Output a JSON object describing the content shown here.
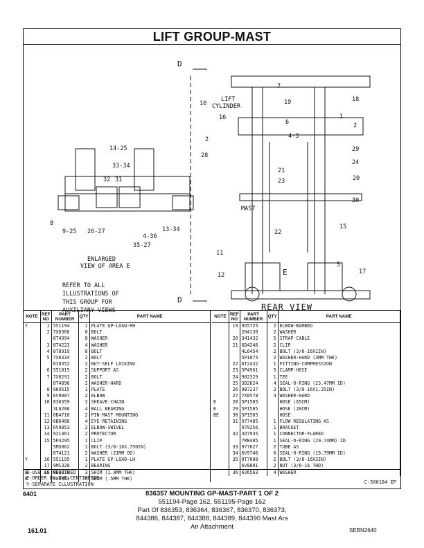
{
  "title": "LIFT GROUP-MAST",
  "illustration": {
    "view_marker_top": "D",
    "view_marker_bottom": "D",
    "callouts_left": [
      "14-25",
      "33-34",
      "32",
      "31",
      "8",
      "9-25",
      "26-27",
      "4-36",
      "35-27",
      "13-34"
    ],
    "enlarged_caption": [
      "ENLARGED",
      "VIEW OF AREA E"
    ],
    "refer_note": [
      "REFER TO ALL",
      "ILLUSTRATIONS OF",
      "THIS GROUP FOR",
      "AUXILIARY VIEWS"
    ],
    "lift_cylinder": [
      "LIFT",
      "CYLINDER"
    ],
    "callouts_right": [
      "10",
      "16",
      "7",
      "19",
      "18",
      "1",
      "6",
      "4-3",
      "2",
      "2",
      "29",
      "28",
      "24",
      "21",
      "23",
      "20",
      "30",
      "MAST",
      "22",
      "15",
      "11",
      "12",
      "E",
      "5",
      "17"
    ],
    "rear_view": "REAR VIEW"
  },
  "table": {
    "headers": {
      "note": "NOTE",
      "ref": "REF NO",
      "part": "PART NUMBER",
      "qty": "QTY",
      "name": "PART NAME"
    },
    "left": [
      {
        "note": "Y",
        "ref": "1",
        "part": "551194",
        "qty": "1",
        "name": "PLATE GP-LOAD-RH"
      },
      {
        "note": "",
        "ref": "2",
        "part": "7X0366",
        "qty": "8",
        "name": "BOLT"
      },
      {
        "note": "",
        "ref": "",
        "part": "8T4994",
        "qty": "8",
        "name": "WASHER"
      },
      {
        "note": "",
        "ref": "3",
        "part": "8T4223",
        "qty": "4",
        "name": "WASHER"
      },
      {
        "note": "",
        "ref": "4",
        "part": "8T8919",
        "qty": "8",
        "name": "BOLT"
      },
      {
        "note": "",
        "ref": "5",
        "part": "7X0334",
        "qty": "2",
        "name": "BOLT"
      },
      {
        "note": "",
        "ref": "",
        "part": "6I8352",
        "qty": "2",
        "name": "NUT-SELF LOCKING"
      },
      {
        "note": "",
        "ref": "6",
        "part": "551015",
        "qty": "2",
        "name": "SUPPORT AS"
      },
      {
        "note": "",
        "ref": "7",
        "part": "7X0291",
        "qty": "2",
        "name": "BOLT"
      },
      {
        "note": "",
        "ref": "",
        "part": "8T4896",
        "qty": "2",
        "name": "WASHER-HARD"
      },
      {
        "note": "",
        "ref": "8",
        "part": "989515",
        "qty": "1",
        "name": "PLATE"
      },
      {
        "note": "",
        "ref": "9",
        "part": "6V9007",
        "qty": "2",
        "name": "ELBOW"
      },
      {
        "note": "",
        "ref": "10",
        "part": "836359",
        "qty": "2",
        "name": "SHEAVE-CHAIN"
      },
      {
        "note": "",
        "ref": "",
        "part": "3L6208",
        "qty": "4",
        "name": "BALL BEARING"
      },
      {
        "note": "",
        "ref": "11",
        "part": "6B4718",
        "qty": "2",
        "name": "PIN-MAST MOUNTING"
      },
      {
        "note": "",
        "ref": "12",
        "part": "6B6488",
        "qty": "4",
        "name": "EYE-RETAINING"
      },
      {
        "note": "",
        "ref": "13",
        "part": "6V9853",
        "qty": "2",
        "name": "ELBOW-SWIVEL"
      },
      {
        "note": "",
        "ref": "14",
        "part": "921361",
        "qty": "2",
        "name": "PROTECTOR"
      },
      {
        "note": "",
        "ref": "15",
        "part": "5P4295",
        "qty": "1",
        "name": "CLIP"
      },
      {
        "note": "",
        "ref": "",
        "part": "5M3062",
        "qty": "1",
        "name": "BOLT (3/8-16X.750IN)"
      },
      {
        "note": "",
        "ref": "",
        "part": "8T4121",
        "qty": "2",
        "name": "WASHER (21MM OD)"
      },
      {
        "note": "Y",
        "ref": "16",
        "part": "551195",
        "qty": "1",
        "name": "PLATE GP-LOAD-LH"
      },
      {
        "note": "",
        "ref": "17",
        "part": "9M1328",
        "qty": "2",
        "name": "BEARING"
      },
      {
        "note": "B",
        "ref": "18",
        "part": "989010",
        "qty": "3",
        "name": "SHIM (1.0MM THK)"
      },
      {
        "note": "B",
        "ref": "",
        "part": "988053",
        "qty": "6",
        "name": "SHIM (.5MM THK)"
      }
    ],
    "right": [
      {
        "note": "",
        "ref": "19",
        "part": "9O5725",
        "qty": "2",
        "name": "ELBOW-BARBED"
      },
      {
        "note": "",
        "ref": "",
        "part": "2H4130",
        "qty": "2",
        "name": "WASHER"
      },
      {
        "note": "",
        "ref": "20",
        "part": "341432",
        "qty": "5",
        "name": "STRAP-CABLE"
      },
      {
        "note": "",
        "ref": "21",
        "part": "6D4246",
        "qty": "2",
        "name": "CLIP"
      },
      {
        "note": "",
        "ref": "",
        "part": "4L6454",
        "qty": "2",
        "name": "BOLT (3/8-16X1IN)"
      },
      {
        "note": "",
        "ref": "",
        "part": "5P1075",
        "qty": "2",
        "name": "WASHER-HARD (3MM THK)"
      },
      {
        "note": "",
        "ref": "22",
        "part": "6T2432",
        "qty": "1",
        "name": "FITTING-COMPRESSION"
      },
      {
        "note": "",
        "ref": "23",
        "part": "5P4961",
        "qty": "5",
        "name": "CLAMP-HOSE"
      },
      {
        "note": "",
        "ref": "24",
        "part": "902329",
        "qty": "1",
        "name": "TEE"
      },
      {
        "note": "",
        "ref": "25",
        "part": "3D2824",
        "qty": "4",
        "name": "SEAL-O-RING (23.47MM ID)"
      },
      {
        "note": "",
        "ref": "26",
        "part": "9B7237",
        "qty": "2",
        "name": "BOLT (3/8-16X1.25IN)"
      },
      {
        "note": "",
        "ref": "27",
        "part": "7X0578",
        "qty": "4",
        "name": "WASHER-HARD"
      },
      {
        "note": "E",
        "ref": "28",
        "part": "5P1505",
        "qty": "",
        "name": "HOSE (65CM)"
      },
      {
        "note": "E",
        "ref": "29",
        "part": "5P1505",
        "qty": "",
        "name": "HOSE (20CM)"
      },
      {
        "note": "BE",
        "ref": "30",
        "part": "5P1505",
        "qty": "",
        "name": "HOSE"
      },
      {
        "note": "",
        "ref": "31",
        "part": "977485",
        "qty": "1",
        "name": "FLOW REGULATING AS"
      },
      {
        "note": "",
        "ref": "",
        "part": "979256",
        "qty": "1",
        "name": "BRACKET"
      },
      {
        "note": "",
        "ref": "32",
        "part": "3O7935",
        "qty": "1",
        "name": "CONNECTOR-FLARED"
      },
      {
        "note": "",
        "ref": "",
        "part": "7M8485",
        "qty": "1",
        "name": "SEAL-O-RING (29.74MM) ID"
      },
      {
        "note": "",
        "ref": "33",
        "part": "977627",
        "qty": "2",
        "name": "TUBE AS"
      },
      {
        "note": "",
        "ref": "34",
        "part": "6V9746",
        "qty": "6",
        "name": "SEAL-O-RING (19.79MM ID)"
      },
      {
        "note": "",
        "ref": "35",
        "part": "8T7008",
        "qty": "2",
        "name": "BOLT (3/8-16X3IN)"
      },
      {
        "note": "",
        "ref": "",
        "part": "6V8801",
        "qty": "2",
        "name": "NUT (3/8-16 THD)"
      },
      {
        "note": "",
        "ref": "36",
        "part": "6V6563",
        "qty": "4",
        "name": "WASHER"
      }
    ]
  },
  "notes": [
    "B-USE AS REQUIRED",
    "E-ORDER BY THE CENTIMETER",
    "Y-SEPARATE ILLUSTRATION"
  ],
  "ref_code": "C-500184 EP",
  "footer": {
    "page_code": "6401",
    "main": "836357 MOUNTING GP-MAST-PART 1 OF 2",
    "line2": "551194-Page 162, 551195-Page 162",
    "line3": "Part Of 836353, 836364, 836367, 836370, 836373,",
    "line4": "844386, 844387, 844388, 844389, 844390 Mast Ars",
    "line5": "An Attachment",
    "page_num": "161.01",
    "doc_code": "SEBN2640"
  }
}
